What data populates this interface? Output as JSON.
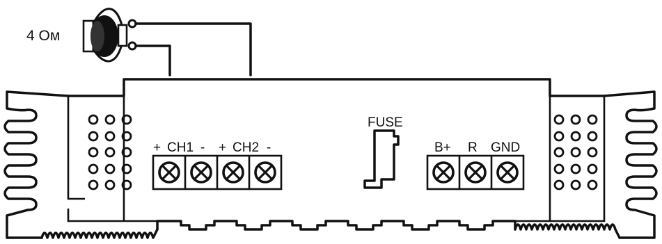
{
  "speaker": {
    "impedance_label": "4 Ом"
  },
  "amplifier": {
    "channel_labels": [
      {
        "sign_pos": "+",
        "name": "CH1",
        "sign_neg": "-"
      },
      {
        "sign_pos": "+",
        "name": "CH2",
        "sign_neg": "-"
      }
    ],
    "fuse_label": "FUSE",
    "power_labels": {
      "battery": "B+",
      "remote": "R",
      "ground": "GND"
    }
  }
}
